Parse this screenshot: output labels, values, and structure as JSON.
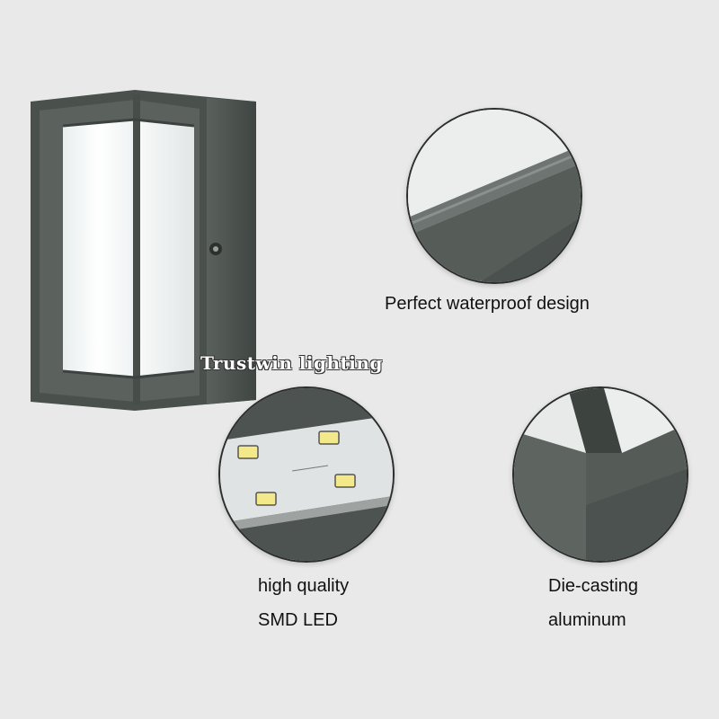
{
  "watermark": "Trustwin lighting",
  "features": [
    {
      "lines": [
        "Perfect waterproof design"
      ],
      "icon": "waterproof-detail"
    },
    {
      "lines": [
        "high quality",
        "SMD LED"
      ],
      "icon": "smd-led-detail"
    },
    {
      "lines": [
        "Die-casting",
        "aluminum"
      ],
      "icon": "die-casting-detail"
    }
  ],
  "colors": {
    "background": "#e9e9e9",
    "housing": "#4f5652",
    "glow": "#f6f7f6"
  }
}
